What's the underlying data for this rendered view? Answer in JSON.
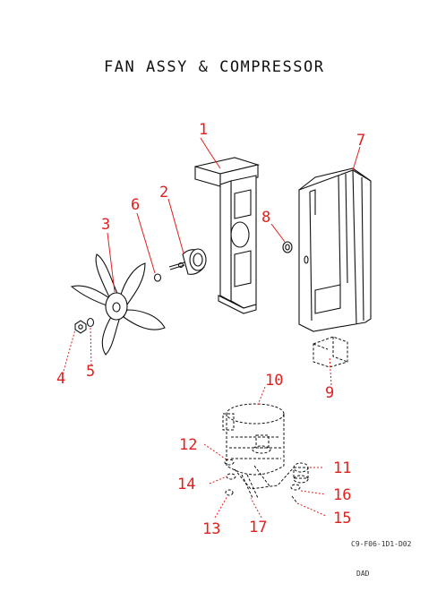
{
  "title": "FAN ASSY & COMPRESSOR",
  "callout_color": "#e0201e",
  "callouts": {
    "c1": "1",
    "c2": "2",
    "c3": "3",
    "c4": "4",
    "c5": "5",
    "c6": "6",
    "c7": "7",
    "c8": "8",
    "c9": "9",
    "c10": "10",
    "c11": "11",
    "c12": "12",
    "c13": "13",
    "c14": "14",
    "c15": "15",
    "c16": "16",
    "c17": "17"
  },
  "drawing_code": "C9-F06-1D1-D02",
  "drawing_note": "DAD"
}
